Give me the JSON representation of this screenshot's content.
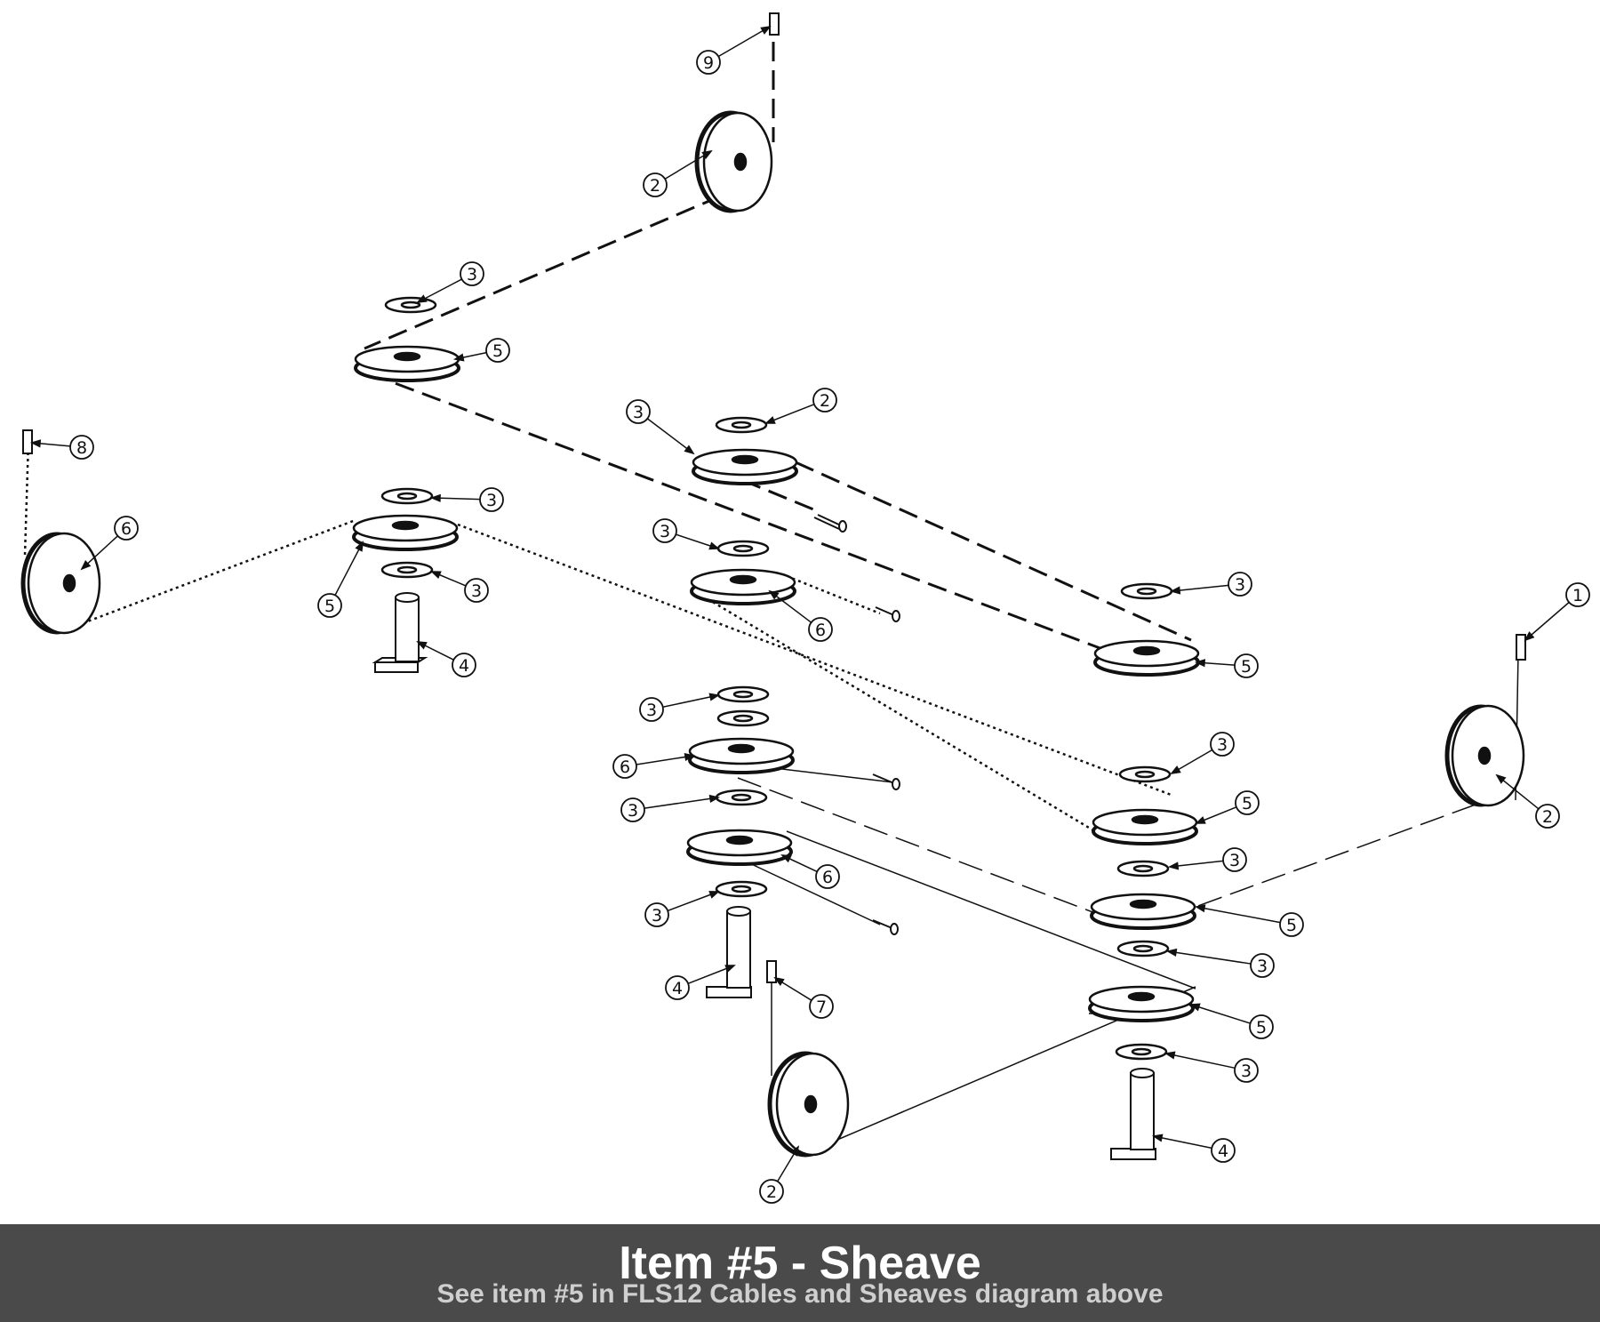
{
  "caption": {
    "title": "Item #5 - Sheave",
    "subtitle": "See item #5 in FLS12 Cables and Sheaves diagram above"
  },
  "colors": {
    "line": "#111111",
    "caption_bg": "#4a4a4a",
    "caption_title": "#ffffff",
    "caption_subtitle": "#cfcfcf"
  },
  "callouts": [
    {
      "label": "9"
    },
    {
      "label": "2"
    },
    {
      "label": "3"
    },
    {
      "label": "5"
    },
    {
      "label": "8"
    },
    {
      "label": "3"
    },
    {
      "label": "6"
    },
    {
      "label": "2"
    },
    {
      "label": "3"
    },
    {
      "label": "5"
    },
    {
      "label": "3"
    },
    {
      "label": "4"
    },
    {
      "label": "3"
    },
    {
      "label": "6"
    },
    {
      "label": "3"
    },
    {
      "label": "5"
    },
    {
      "label": "1"
    },
    {
      "label": "2"
    },
    {
      "label": "3"
    },
    {
      "label": "6"
    },
    {
      "label": "3"
    },
    {
      "label": "3"
    },
    {
      "label": "5"
    },
    {
      "label": "3"
    },
    {
      "label": "6"
    },
    {
      "label": "5"
    },
    {
      "label": "3"
    },
    {
      "label": "3"
    },
    {
      "label": "4"
    },
    {
      "label": "7"
    },
    {
      "label": "5"
    },
    {
      "label": "3"
    },
    {
      "label": "4"
    },
    {
      "label": "2"
    }
  ]
}
